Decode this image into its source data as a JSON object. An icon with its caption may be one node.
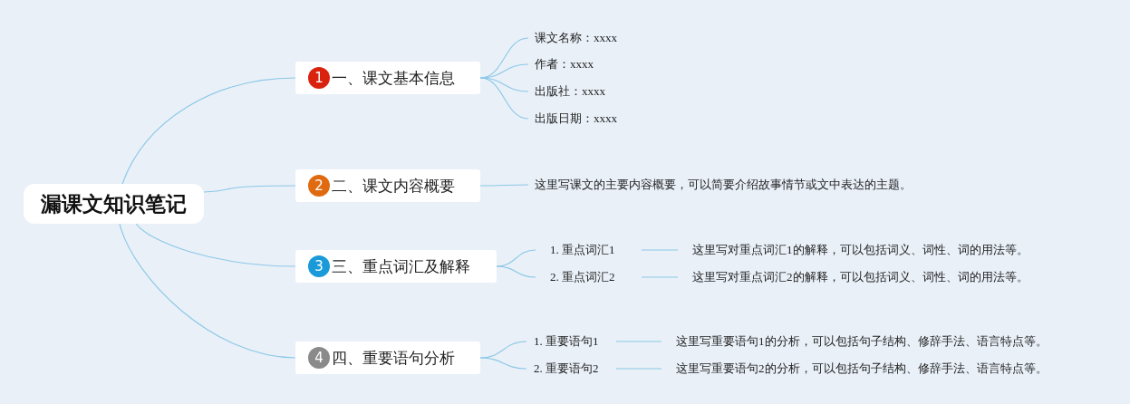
{
  "diagram": {
    "nodes": [
      {
        "text": [
          "漏课文知识笔记"
        ]
      },
      {
        "text": [
          "1",
          "一、课文基本信息"
        ]
      },
      {
        "text": [
          "2",
          "二、课文内容概要"
        ]
      },
      {
        "text": [
          "3",
          "三、重点词汇及解释"
        ]
      },
      {
        "text": [
          "4",
          "四、重要语句分析"
        ]
      },
      {
        "text": [
          "课文名称：xxxx"
        ]
      },
      {
        "text": [
          "作者：xxxx"
        ]
      },
      {
        "text": [
          "出版社：xxxx"
        ]
      },
      {
        "text": [
          "出版日期：xxxx"
        ]
      },
      {
        "text": [
          "这里写课文的主要内容概要，可以简要介绍故事情节或文中表达的主题。"
        ]
      },
      {
        "text": [
          "1. 重点词汇1"
        ]
      },
      {
        "text": [
          "这里写对重点词汇1的解释，可以包括词义、词性、词的用法等。"
        ]
      },
      {
        "text": [
          "2. 重点词汇2"
        ]
      },
      {
        "text": [
          "这里写对重点词汇2的解释，可以包括词义、词性、词的用法等。"
        ]
      },
      {
        "text": [
          "1. 重要语句1"
        ]
      },
      {
        "text": [
          "这里写重要语句1的分析，可以包括句子结构、修辞手法、语言特点等。"
        ]
      },
      {
        "text": [
          "2. 重要语句2"
        ]
      },
      {
        "text": [
          "这里写重要语句2的分析，可以包括句子结构、修辞手法、语言特点等。"
        ]
      }
    ],
    "edges": [
      {
        "from": 0,
        "to": 1,
        "arrow": "none"
      },
      {
        "from": 0,
        "to": 2,
        "arrow": "none"
      },
      {
        "from": 0,
        "to": 3,
        "arrow": "none"
      },
      {
        "from": 0,
        "to": 4,
        "arrow": "none"
      },
      {
        "from": 1,
        "to": 5,
        "arrow": "none"
      },
      {
        "from": 1,
        "to": 6,
        "arrow": "none"
      },
      {
        "from": 1,
        "to": 7,
        "arrow": "none"
      },
      {
        "from": 1,
        "to": 8,
        "arrow": "none"
      },
      {
        "from": 2,
        "to": 9,
        "arrow": "none"
      },
      {
        "from": 3,
        "to": 10,
        "arrow": "none"
      },
      {
        "from": 3,
        "to": 12,
        "arrow": "none"
      },
      {
        "from": 10,
        "to": 11,
        "arrow": "none"
      },
      {
        "from": 12,
        "to": 13,
        "arrow": "none"
      },
      {
        "from": 4,
        "to": 14,
        "arrow": "none"
      },
      {
        "from": 4,
        "to": 16,
        "arrow": "none"
      },
      {
        "from": 14,
        "to": 15,
        "arrow": "none"
      },
      {
        "from": 16,
        "to": 17,
        "arrow": "none"
      }
    ]
  }
}
